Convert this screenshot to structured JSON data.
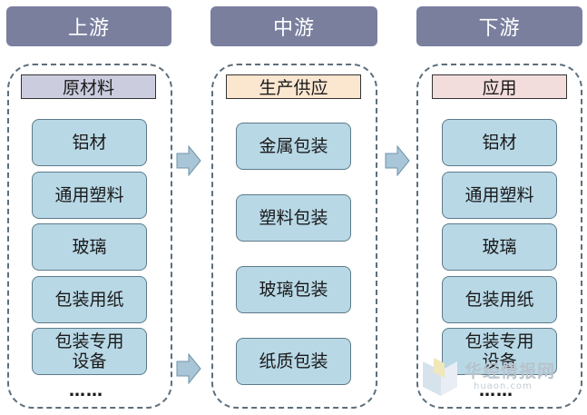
{
  "columns": [
    {
      "header": "上游",
      "label": "原材料",
      "label_color": "#cbcddf",
      "items": [
        "铝材",
        "通用塑料",
        "玻璃",
        "包装用纸",
        "包装专用设备"
      ],
      "more": "……"
    },
    {
      "header": "中游",
      "label": "生产供应",
      "label_color": "#fbe6d0",
      "items": [
        "金属包装",
        "塑料包装",
        "玻璃包装",
        "纸质包装"
      ]
    },
    {
      "header": "下游",
      "label": "应用",
      "label_color": "#f3dcdc",
      "items": [
        "铝材",
        "通用塑料",
        "玻璃",
        "包装用纸",
        "包装专用设备"
      ],
      "more": "……"
    }
  ],
  "watermark": {
    "name": "华经情报网",
    "url": "huaon.com"
  },
  "colors": {
    "header": "#7a7f9e",
    "item_fill": "#b8d8e6",
    "arrow_fill": "#a9c6d8"
  }
}
